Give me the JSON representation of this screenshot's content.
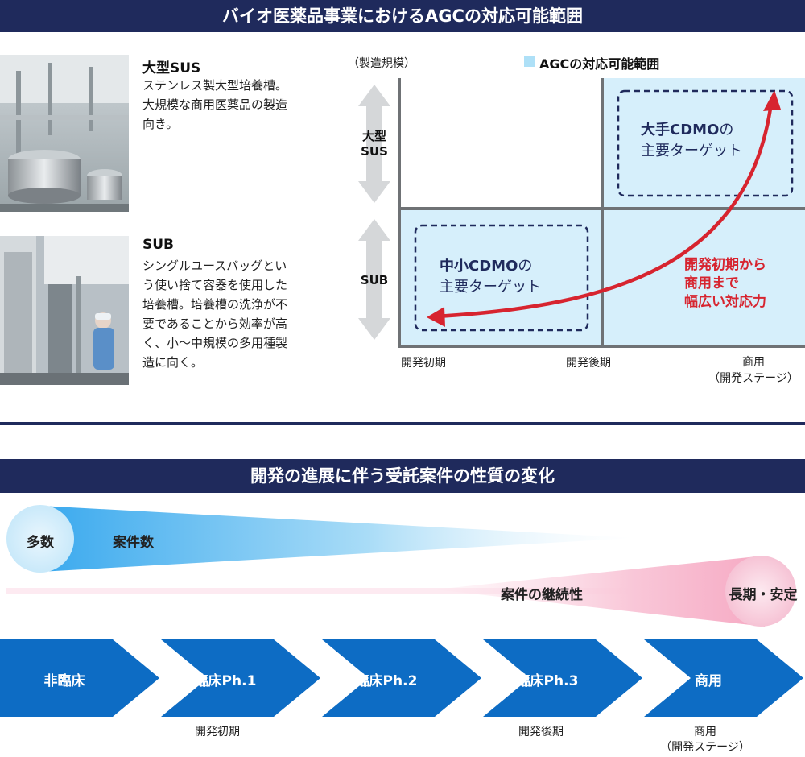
{
  "section1": {
    "title": "バイオ医薬品事業におけるAGCの対応可能範囲",
    "sus": {
      "heading": "大型SUS",
      "body": [
        "ステンレス製大型培養槽。",
        "大規模な商用医薬品の製造",
        "向き。"
      ]
    },
    "sub": {
      "heading": "SUB",
      "body": [
        "シングルユースバッグとい",
        "う使い捨て容器を使用した",
        "培養槽。培養槽の洗浄が不",
        "要であることから効率が高",
        "く、小〜中規模の多用種製",
        "造に向く。"
      ]
    },
    "matrix": {
      "y_axis_caption": "（製造規模）",
      "legend": "AGCの対応可能範囲",
      "y_upper": [
        "大型",
        "SUS"
      ],
      "y_lower": "SUB",
      "x_left": "開発初期",
      "x_mid": "開発後期",
      "x_right": [
        "商用",
        "（開発ステージ）"
      ],
      "upper_target": {
        "bold": "大手CDMO",
        "rest1": "の",
        "line2": "主要ターゲット"
      },
      "lower_target": {
        "bold": "中小CDMO",
        "rest1": "の",
        "line2": "主要ターゲット"
      },
      "arrow_text": [
        "開発初期から",
        "商用まで",
        "幅広い対応力"
      ]
    }
  },
  "section2": {
    "title": "開発の進展に伴う受託案件の性質の変化",
    "many_circle": "多数",
    "count_label": "案件数",
    "continuity_label": "案件の継続性",
    "stable_circle": "長期・安定",
    "stages": [
      "非臨床",
      "臨床Ph.1",
      "臨床Ph.2",
      "臨床Ph.3",
      "商用"
    ],
    "sub_labels": {
      "early": "開発初期",
      "late": "開発後期",
      "commercial": [
        "商用",
        "（開発ステージ）"
      ]
    }
  },
  "colors": {
    "navy": "#1f2a5c",
    "cell_blue": "#d6effb",
    "chevron_blue": "#0d6cc4",
    "red": "#d7242f",
    "pink": "#f7b6cc"
  }
}
